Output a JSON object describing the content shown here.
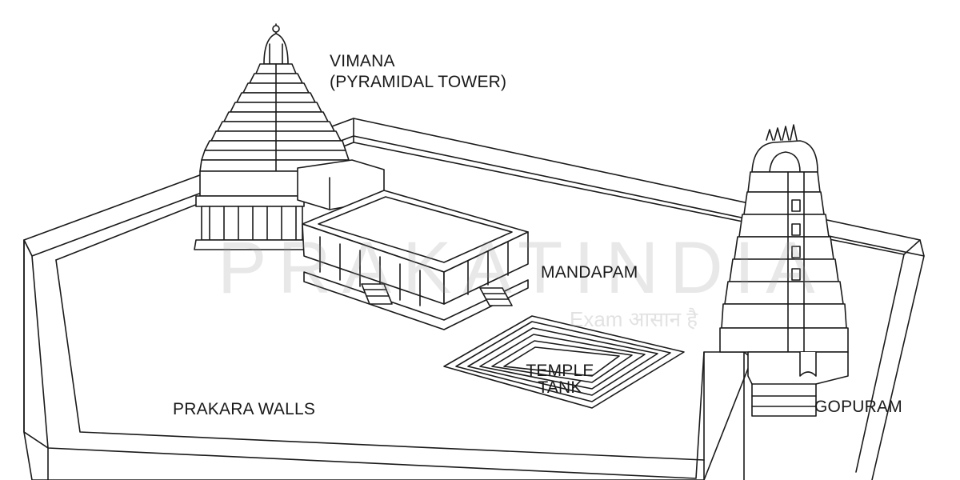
{
  "labels": {
    "vimana": "VIMANA",
    "vimana_sub": "(PYRAMIDAL TOWER)",
    "mandapam": "MANDAPAM",
    "temple_tank_1": "TEMPLE",
    "temple_tank_2": "TANK",
    "prakara_walls": "PRAKARA WALLS",
    "gopuram": "GOPURAM"
  },
  "watermark": {
    "brand": "PRAKATINDIA",
    "tagline": "Exam आसान है"
  },
  "colors": {
    "line": "#1a1a1a",
    "background": "#ffffff",
    "watermark": "#969696"
  }
}
